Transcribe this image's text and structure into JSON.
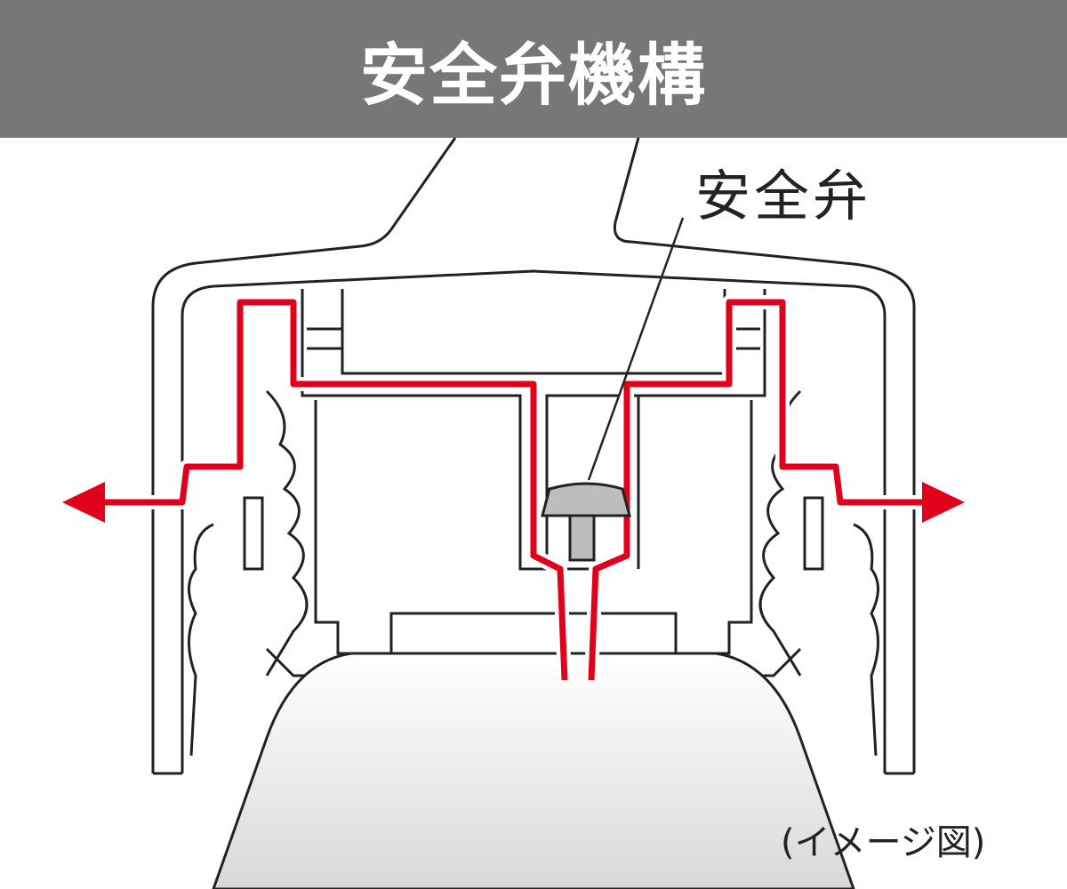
{
  "header": {
    "title": "安全弁機構"
  },
  "diagram": {
    "valve_label": "安全弁",
    "note": "(イメージ図)",
    "colors": {
      "header": "#777777",
      "flow": "#e0001b",
      "valve": "#bdbdbd",
      "line": "#222222"
    }
  }
}
